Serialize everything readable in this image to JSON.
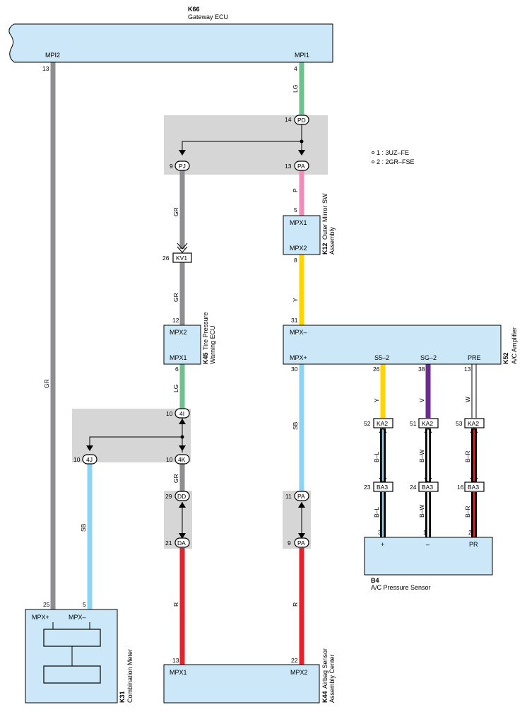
{
  "gateway": {
    "id": "K66",
    "name": "Gateway ECU",
    "pin_mpi2": "MPI2",
    "pin_mpi1": "MPI1",
    "pin_num_13": "13",
    "pin_num_4": "4"
  },
  "notes": {
    "note1": "1 : 3UZ–FE",
    "note2": "2 : 2GR–FSE"
  },
  "junction_top": {
    "pd_num": "14",
    "pd": "PD",
    "pj_num": "9",
    "pj": "PJ",
    "pa_num": "13",
    "pa": "PA"
  },
  "wire_colors": {
    "lg_top": "LG",
    "p": "P",
    "gr_a": "GR",
    "gr_b": "GR",
    "gr_c": "GR",
    "gr_long": "GR",
    "y_mirror": "Y",
    "lg_mid": "LG",
    "sb_left": "SB",
    "sb_mid": "SB",
    "y_s52": "Y",
    "v_sg2": "V",
    "w_pre": "W",
    "bl_a": "B–L",
    "bw_a": "B–W",
    "br_a": "B–R",
    "bl_b": "B–L",
    "bw_b": "B–W",
    "br_b": "B–R",
    "r_left": "R",
    "r_right": "R"
  },
  "kv1": {
    "num": "26",
    "label": "KV1"
  },
  "mirror": {
    "id": "K12",
    "name_line1": "Outer Mirror SW",
    "name_line2": "Assembly",
    "pin_top": "MPX1",
    "pin_bottom": "MPX2",
    "num_top": "5",
    "num_bottom": "8"
  },
  "tpw": {
    "id": "K45",
    "name_line1": "Tire Pressure",
    "name_line2": "Warning ECU",
    "pin_top": "MPX2",
    "pin_bottom": "MPX1",
    "num_top": "12",
    "num_bottom": "6"
  },
  "ac_amp": {
    "id": "K52",
    "name": "A/C Amplifier",
    "pin_mpxm": "MPX–",
    "pin_mpxp": "MPX+",
    "pin_s52": "S5–2",
    "pin_sg2": "SG–2",
    "pin_pre": "PRE",
    "num_top": "31",
    "num_mpxp": "30",
    "num_s52": "26",
    "num_sg2": "38",
    "num_pre": "13"
  },
  "junction_mid": {
    "j4i_num": "10",
    "j4i": "4I",
    "j4j_num": "10",
    "j4j": "4J",
    "j4k_num": "10",
    "j4k": "4K"
  },
  "ka2": {
    "num1": "52",
    "num2": "51",
    "num3": "53",
    "label": "KA2"
  },
  "ba3": {
    "num1": "23",
    "num2": "24",
    "num3": "16",
    "label": "BA3"
  },
  "sensor": {
    "id": "B4",
    "name": "A/C Pressure Sensor",
    "pin_plus": "+",
    "pin_minus": "–",
    "pin_pr": "PR",
    "num_plus": "3",
    "num_minus": "1",
    "num_pr": "2"
  },
  "dd_da": {
    "dd_num": "29",
    "dd": "DD",
    "da_num": "21",
    "da": "DA"
  },
  "pa_pair": {
    "top_num": "11",
    "top": "PA",
    "bottom_num": "9",
    "bottom": "PA"
  },
  "meter": {
    "id": "K31",
    "name": "Combination Meter",
    "pin_plus": "MPX+",
    "pin_minus": "MPX–",
    "num_plus": "25",
    "num_minus": "5"
  },
  "airbag": {
    "id": "K44",
    "name_line1": "Airbag Sensor",
    "name_line2": "Assembly Center",
    "pin1": "MPX1",
    "pin2": "MPX2",
    "num1": "13",
    "num2": "22"
  },
  "colors": {
    "box_fill": "#cce8f8",
    "junction_fill": "#d6d6d6",
    "wire_gr": "#8e8e92",
    "wire_lg": "#6fc08f",
    "wire_p": "#f08cb8",
    "wire_y": "#ffd500",
    "wire_sb": "#8fd3f3",
    "wire_v": "#6a2c8e",
    "wire_r": "#e8202a"
  }
}
